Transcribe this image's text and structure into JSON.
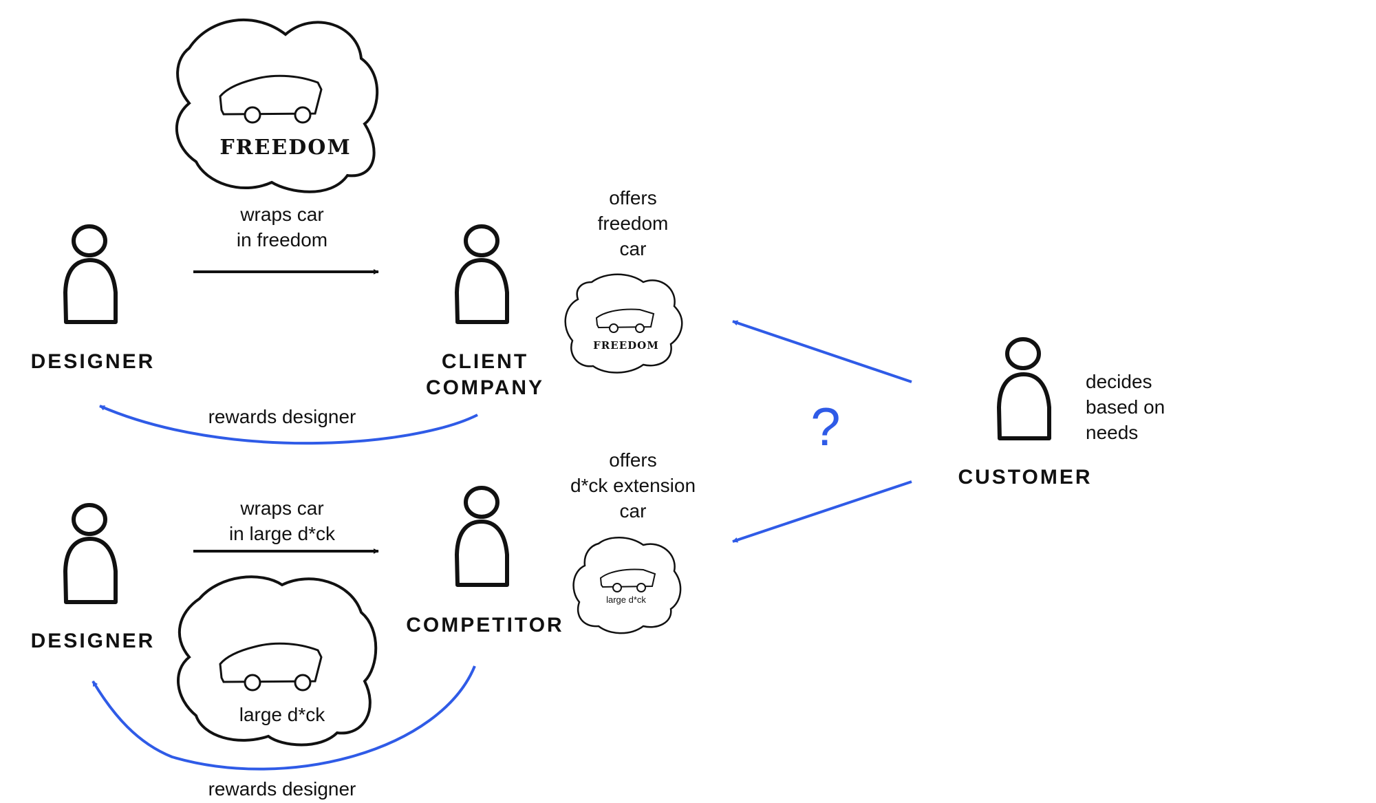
{
  "diagram": {
    "roles": {
      "designer_top": "DESIGNER",
      "client_line1": "CLIENT",
      "client_line2": "COMPANY",
      "designer_bottom": "DESIGNER",
      "competitor": "COMPETITOR",
      "customer": "CUSTOMER"
    },
    "notes": {
      "wrap_freedom_line1": "wraps car",
      "wrap_freedom_line2": "in freedom",
      "wrap_large_line1": "wraps car",
      "wrap_large_line2": "in large d*ck",
      "rewards_top": "rewards designer",
      "rewards_bottom": "rewards designer",
      "offers_freedom_line1": "offers",
      "offers_freedom_line2": "freedom",
      "offers_freedom_line3": "car",
      "offers_dck_line1": "offers",
      "offers_dck_line2": "d*ck extension",
      "offers_dck_line3": "car",
      "decides_line1": "decides",
      "decides_line2": "based on",
      "decides_line3": "needs",
      "question": "?"
    },
    "cloud_captions": {
      "big_freedom": "FREEDOM",
      "small_freedom": "FREEDOM",
      "big_large": "large d*ck",
      "small_large": "large d*ck"
    },
    "colors": {
      "ink": "#111111",
      "accent": "#2f5be7"
    }
  }
}
